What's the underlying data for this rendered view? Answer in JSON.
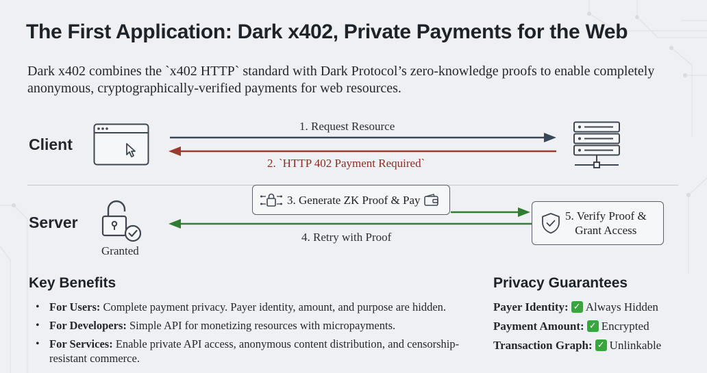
{
  "title": "The First Application: Dark x402, Private Payments for the Web",
  "intro": "Dark x402 combines the `x402 HTTP` standard with Dark Protocol’s zero-knowledge proofs to enable completely anonymous, cryptographically-verified payments for web resources.",
  "flow": {
    "client_label": "Client",
    "server_label": "Server",
    "granted_label": "Granted",
    "steps": [
      "1. Request Resource",
      "2. `HTTP 402 Payment Required`",
      "3. Generate ZK Proof & Pay",
      "4. Retry with Proof",
      "5. Verify Proof & Grant Access"
    ],
    "step5_lines": [
      "5. Verify Proof &",
      "Grant Access"
    ],
    "colors": {
      "request": "#3b4656",
      "payment_required": "#9b3a2e",
      "proof": "#2f7d32"
    },
    "icons": [
      "browser-window-icon",
      "server-rack-icon",
      "unlocked-padlock-icon",
      "shield-check-icon",
      "zk-proof-lock-icon",
      "wallet-icon"
    ]
  },
  "benefits": {
    "heading": "Key Benefits",
    "items": [
      {
        "label": "For Users:",
        "text": "Complete payment privacy. Payer identity, amount, and purpose are hidden."
      },
      {
        "label": "For Developers:",
        "text": "Simple API for monetizing resources with micropayments."
      },
      {
        "label": "For Services:",
        "text": "Enable private API access, anonymous content distribution, and censorship-resistant commerce."
      }
    ]
  },
  "privacy": {
    "heading": "Privacy Guarantees",
    "rows": [
      {
        "label": "Payer Identity:",
        "value": "Always Hidden"
      },
      {
        "label": "Payment Amount:",
        "value": "Encrypted"
      },
      {
        "label": "Transaction Graph:",
        "value": "Unlinkable"
      }
    ]
  }
}
